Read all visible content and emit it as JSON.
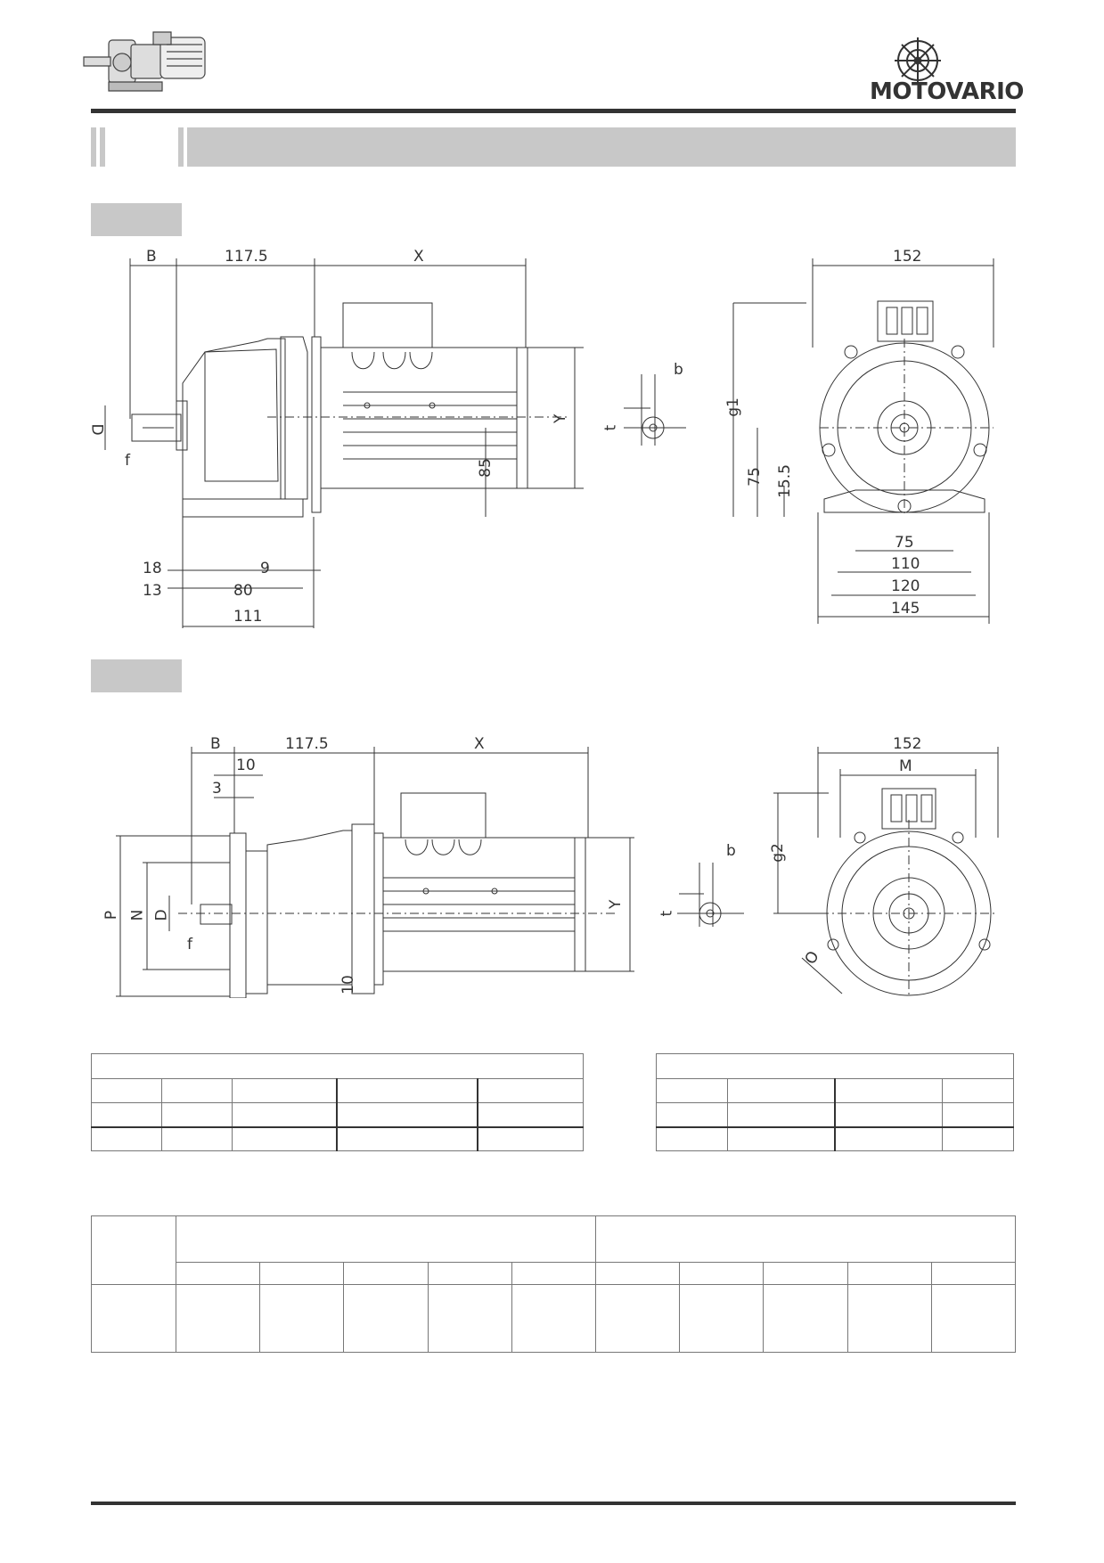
{
  "header": {
    "brand": "MOTOVARIO",
    "product_icon": "gear-motor-thumbnail-icon",
    "brand_icon": "motovario-gear-emblem-icon"
  },
  "view1": {
    "dims_top": {
      "B": "B",
      "len": "117.5",
      "X": "X",
      "width": "152"
    },
    "dims_side": {
      "D": "D",
      "f": "f",
      "Y": "Y",
      "h85": "85",
      "b": "b",
      "t": "t",
      "g1": "g1",
      "h75": "75",
      "h15_5": "15.5"
    },
    "dims_bottom": {
      "d18": "18",
      "d13": "13",
      "d9": "9",
      "d80": "80",
      "d111": "111",
      "d75": "75",
      "d110": "110",
      "d120": "120",
      "d145": "145"
    }
  },
  "view2": {
    "dims_top": {
      "B": "B",
      "len": "117.5",
      "X": "X",
      "d10": "10",
      "d3": "3",
      "width": "152",
      "M": "M"
    },
    "dims_side": {
      "P": "P",
      "N": "N",
      "D": "D",
      "f": "f",
      "Y": "Y",
      "d10b": "10",
      "b": "b",
      "t": "t",
      "g2": "g2",
      "O": "O"
    }
  }
}
